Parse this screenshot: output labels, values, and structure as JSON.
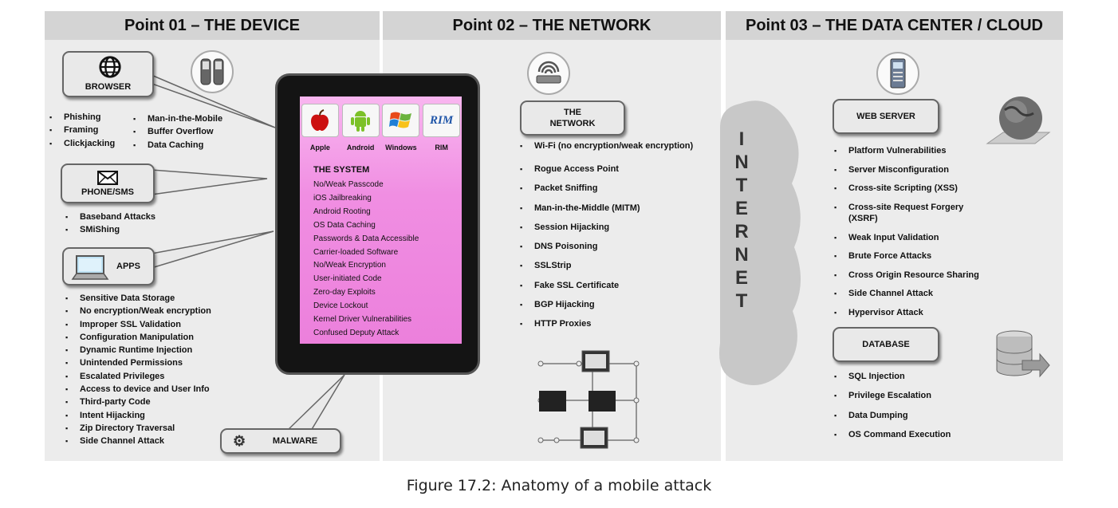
{
  "panels": {
    "device_title": "Point 01 – THE DEVICE",
    "network_title": "Point 02 – THE NETWORK",
    "cloud_title": "Point 03 – THE DATA CENTER / CLOUD"
  },
  "device": {
    "browser_label": "BROWSER",
    "browser_col1": [
      "Phishing",
      "Framing",
      "Clickjacking"
    ],
    "browser_col2": [
      "Man-in-the-Mobile",
      "Buffer Overflow",
      "Data Caching"
    ],
    "phone_label": "PHONE/SMS",
    "phone_items": [
      "Baseband Attacks",
      "SMiShing"
    ],
    "apps_label": "APPS",
    "apps_items": [
      "Sensitive Data Storage",
      "No encryption/Weak encryption",
      "Improper SSL Validation",
      "Configuration Manipulation",
      "Dynamic Runtime Injection",
      "Unintended Permissions",
      "Escalated Privileges",
      "Access  to device and User Info",
      "Third-party Code",
      "Intent Hijacking",
      "Zip Directory Traversal",
      "Side Channel Attack"
    ],
    "malware_label": "MALWARE",
    "os_labels": [
      "Apple",
      "Android",
      "Windows",
      "RIM"
    ],
    "rim_logo": "RIM",
    "system_title": "THE SYSTEM",
    "system_items": [
      "No/Weak Passcode",
      "iOS Jailbreaking",
      "Android Rooting",
      "OS Data Caching",
      "Passwords & Data Accessible",
      "Carrier-loaded Software",
      "No/Weak Encryption",
      "User-initiated Code",
      "Zero-day Exploits",
      "Device Lockout",
      "Kernel Driver Vulnerabilities",
      "Confused Deputy Attack"
    ]
  },
  "network": {
    "label_line1": "THE",
    "label_line2": "NETWORK",
    "items": [
      "Wi-Fi (no encryption/weak encryption)",
      "Rogue Access Point",
      "Packet Sniffing",
      "Man-in-the-Middle (MITM)",
      "Session Hijacking",
      "DNS Poisoning",
      "SSLStrip",
      "Fake SSL Certificate",
      "BGP Hijacking",
      "HTTP Proxies"
    ]
  },
  "internet": {
    "letters": [
      "I",
      "N",
      "T",
      "E",
      "R",
      "N",
      "E",
      "T"
    ]
  },
  "cloud": {
    "webserver_label": "WEB SERVER",
    "webserver_items": [
      "Platform Vulnerabilities",
      "Server Misconfiguration",
      "Cross-site Scripting (XSS)",
      "Cross-site Request Forgery (XSRF)",
      "Weak Input Validation",
      "Brute Force Attacks",
      "Cross Origin Resource Sharing",
      "Side Channel Attack",
      "Hypervisor Attack"
    ],
    "database_label": "DATABASE",
    "database_items": [
      "SQL Injection",
      "Privilege Escalation",
      "Data Dumping",
      "OS Command Execution"
    ]
  },
  "caption": "Figure 17.2: Anatomy of a mobile attack",
  "colors": {
    "panel": "#ececec",
    "panel_title": "#d4d4d4",
    "screen": "#f08ee2",
    "tablet": "#141414",
    "apple": "#cc1111",
    "android": "#7cc128",
    "cloud": "#c8c8c8"
  }
}
